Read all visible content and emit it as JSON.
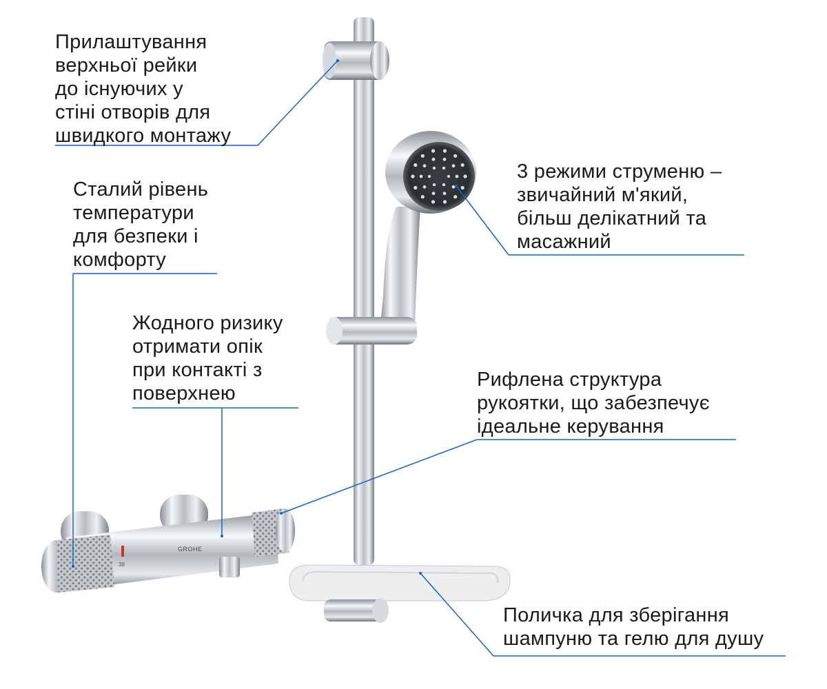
{
  "callouts": [
    {
      "id": "rail-mounting",
      "lines": [
        "Прилаштування",
        "верхньої рейки",
        "до існуючих у",
        "стіні отворів для",
        "швидкого монтажу"
      ]
    },
    {
      "id": "temperature",
      "lines": [
        "Сталий рівень",
        "температури",
        "для безпеки і",
        "комфорту"
      ]
    },
    {
      "id": "no-burn",
      "lines": [
        "Жодного ризику",
        "отримати опік",
        "при контакті з",
        "поверхнею"
      ]
    },
    {
      "id": "spray-modes",
      "lines": [
        "3 режими струменю –",
        "звичайний м'який,",
        "більш делікатний та",
        "масажний"
      ]
    },
    {
      "id": "grip",
      "lines": [
        "Рифлена структура",
        "рукоятки, що забезпечує",
        "ідеальне керування"
      ]
    },
    {
      "id": "shelf",
      "lines": [
        "Поличка для зберігання",
        "шампуню та гелю для душу"
      ]
    }
  ],
  "product": {
    "brand": "GROHE"
  },
  "colors": {
    "leader": "#1565c0",
    "text": "#1a1a1a",
    "chrome": "#c9ced4",
    "hose": "#a9aeb3",
    "shelf": "#eceef0"
  }
}
